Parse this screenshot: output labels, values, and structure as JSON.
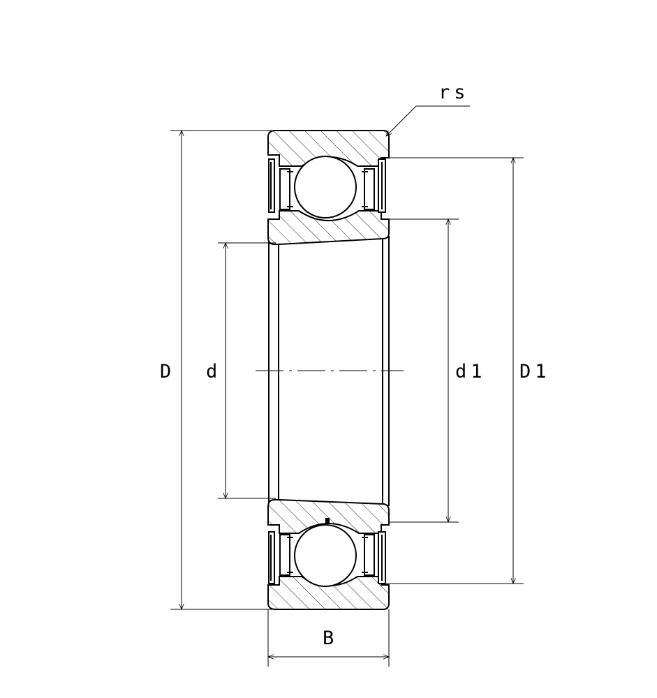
{
  "drawing": {
    "labels": {
      "outer_diameter": "D",
      "bore_diameter": "d",
      "shoulder_diameter_inner": "d1",
      "shoulder_diameter_outer": "D1",
      "width": "B",
      "chamfer": "rs"
    }
  }
}
